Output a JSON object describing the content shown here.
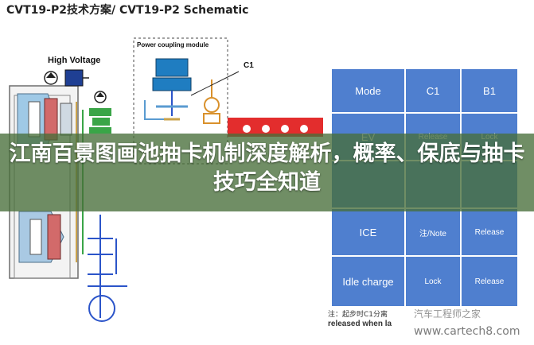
{
  "document": {
    "title": "CVT19-P2技术方案/ CVT19-P2 Schematic"
  },
  "schematic": {
    "high_voltage_label": "High Voltage",
    "power_coupling_label": "Power coupling module",
    "c1_label": "C1"
  },
  "overlay": {
    "title": "江南百景图画池抽卡机制深度解析，概率、保底与抽卡技巧全知道"
  },
  "mode_table": {
    "headers": [
      "Mode",
      "C1",
      "B1"
    ],
    "rows": [
      [
        "EV",
        "Release",
        "Lock"
      ],
      [
        "",
        "",
        ""
      ],
      [
        "ICE",
        "注/Note",
        "Release"
      ],
      [
        "Idle charge",
        "Lock",
        "Release"
      ]
    ],
    "cell_color": "#4f7fcf"
  },
  "notes": {
    "cn": "注：起步时C1分离",
    "en": "released when la"
  },
  "watermark": {
    "cn": "汽车工程师之家",
    "url": "www.cartech8.com"
  }
}
